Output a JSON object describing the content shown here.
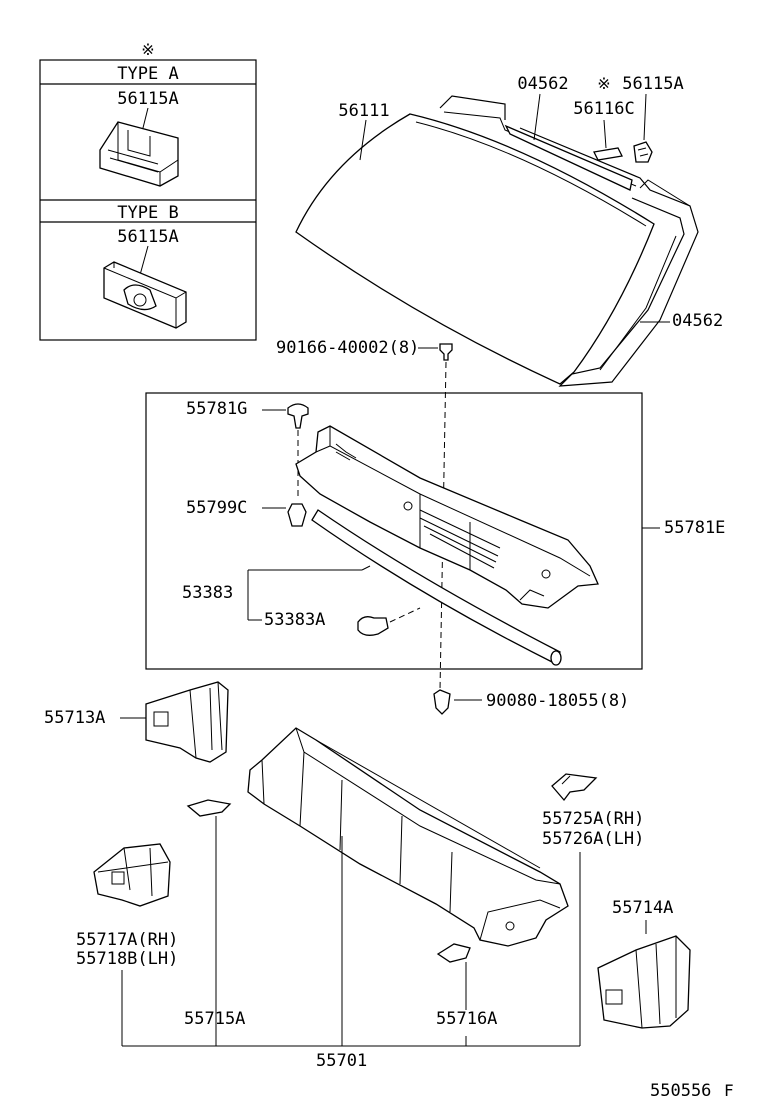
{
  "legend_box": {
    "mark": "※",
    "type_a": {
      "title": "TYPE  A",
      "part": "56115A"
    },
    "type_b": {
      "title": "TYPE  B",
      "part": "56115A"
    }
  },
  "labels": {
    "windshield": "56111",
    "dam_top": "04562",
    "clip_mark": "※",
    "clip": "56115A",
    "spacer": "56116C",
    "dam_side": "04562",
    "screw": "90166-40002(8)",
    "grommet_g": "55781G",
    "nut_c": "55799C",
    "louver_assy": "55781E",
    "seal": "53383",
    "seal_clip": "53383A",
    "nut_bottom": "90080-18055(8)",
    "brace_left": "55713A",
    "bracket_rh": "55725A(RH)",
    "bracket_lh": "55726A(LH)",
    "brace_right": "55714A",
    "bracket_rh2": "55717A(RH)",
    "bracket_lh2": "55718B(LH)",
    "plate_l": "55715A",
    "plate_r": "55716A",
    "cowl_panel": "55701",
    "figure_id": "550556",
    "figure_suffix": "F"
  }
}
